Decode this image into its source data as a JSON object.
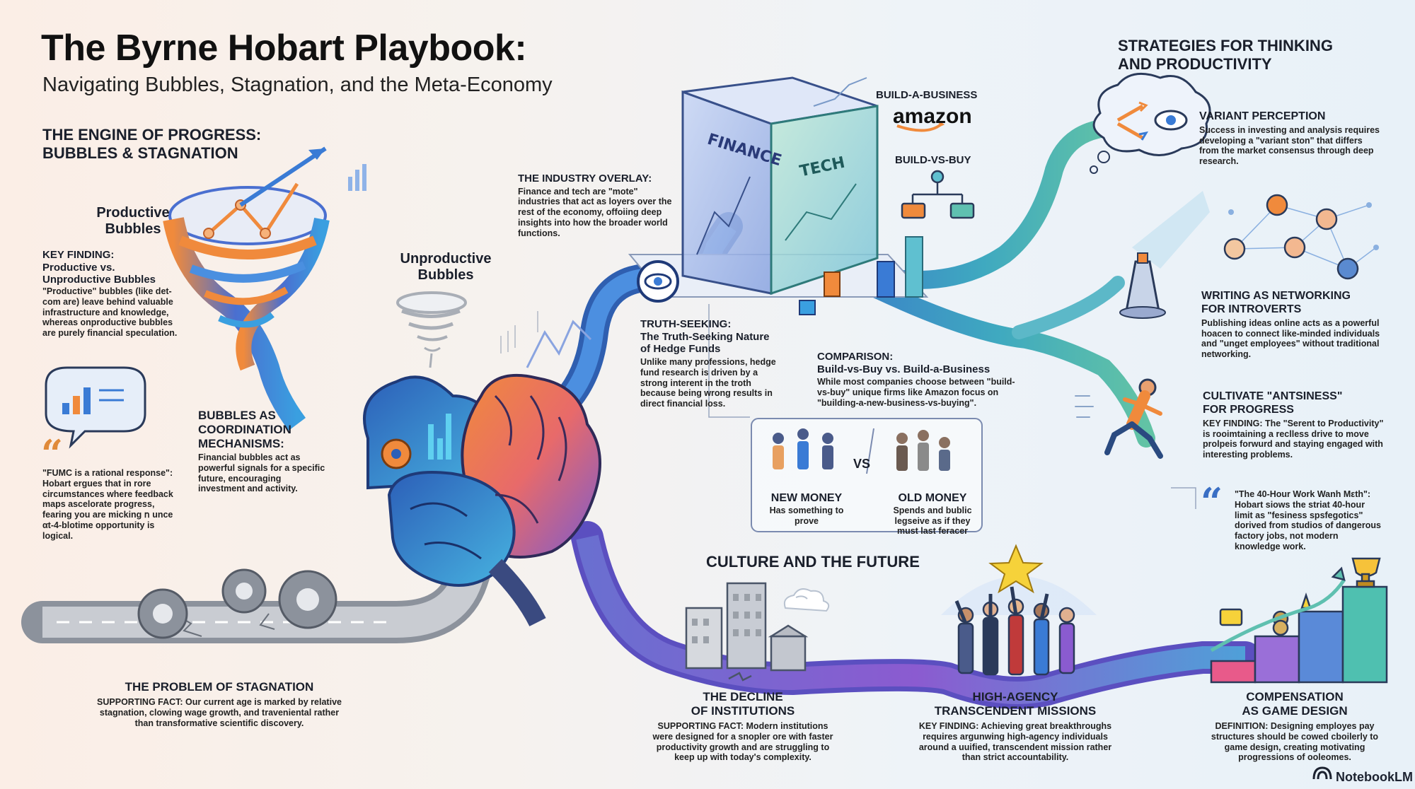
{
  "header": {
    "title": "The Byrne Hobart Playbook:",
    "subtitle": "Navigating Bubbles, Stagnation, and the Meta-Economy"
  },
  "engine": {
    "heading_line1": "THE ENGINE OF PROGRESS:",
    "heading_line2": "BUBBLES & STAGNATION",
    "productive_label_line1": "Productive",
    "productive_label_line2": "Bubbles",
    "unproductive_label_line1": "Unproductive",
    "unproductive_label_line2": "Bubbles",
    "key_finding_title_1": "KEY FINDING:",
    "key_finding_title_2": "Productive vs.",
    "key_finding_title_3": "Unproductive Bubbles",
    "key_finding_body": "\"Productive\" bubbles (like det-com are) leave behind valuable infrastructure and knowledge, whereas onproductive bubbles are purely financial speculation.",
    "coordination_title": "BUBBLES AS COORDINATION MECHANISMS:",
    "coordination_body": "Financial bubbles act as powerful signals for a specific future, encouraging investment and activity.",
    "quote_title": "\"FUMC is a rational response\":",
    "quote_body": "Hobart ergues that in rore circumstances where feedback maps ascelorate progress, fearing you are micking ո unce αt-4-blotime opportunity is logical.",
    "stagnation_title": "THE PROBLEM OF STAGNATION",
    "stagnation_body": "SUPPORTING FACT: Our current age is marked by relative stagnation, clowing wage growth, and traveniental rather than transformative scientific discovery."
  },
  "industry": {
    "overlay_title": "THE INDUSTRY OVERLAY:",
    "overlay_body": "Finance and tech are \"mote\" industries that act as loyers over the rest of the economy, offoiing deep insights into how the broader world functions.",
    "finance_label": "FINANCE",
    "tech_label": "TECH",
    "build_business_label": "BUILD-A-BUSINESS",
    "amazon_logo": "amazon",
    "build_buy_label": "BUILD-VS-BUY",
    "truth_title": "TRUTH-SEEKING:",
    "truth_subtitle": "The Truth-Seeking Nature of Hedge Funds",
    "truth_body": "Unlike many professions, hedge fund research is driven by a strong interent in the troth because being wrong results in direct financial loss.",
    "comparison_title": "COMPARISON:",
    "comparison_subtitle": "Build-vs-Buy vs. Build-a-Business",
    "comparison_body": "While most companies choose between \"build-vs-buy\" unique firms like Amazon focus on \"building-a-new-business-vs-buying\".",
    "new_money_title": "NEW MONEY",
    "new_money_body": "Has something to prove",
    "vs_label": "VS",
    "old_money_title": "OLD MONEY",
    "old_money_body": "Spends and bublic legseive as if they must last feracer"
  },
  "strategies": {
    "heading_line1": "STRATEGIES FOR THINKING",
    "heading_line2": "AND PRODUCTIVITY",
    "variant_title": "VARIANT PERCEPTION",
    "variant_body": "Success in investing and analysis requires developing a \"variant ston\" that differs from the market consensus through deep research.",
    "writing_title_1": "WRITING AS NETWORKING",
    "writing_title_2": "FOR INTROVERTS",
    "writing_body": "Publishing ideas online acts as a powerful hoacen to connect like-minded individuals and \"unget employees\" without traditional networking.",
    "antsiness_title_1": "CULTIVATE \"ANTSINESS\"",
    "antsiness_title_2": "FOR PROGRESS",
    "antsiness_body": "KEY FINDING: The \"Serent to Productivity\" is rooimtaining a reclless drive to move prolpeis forwurd and staying engaged with interesting problems.",
    "quote_title": "\"The 40-Hour Work Wanh Mεth\":",
    "quote_body": "Hobart siows the striat 40-hour limit as \"fesiness spsfegotics\" dorived from studios of dangerous factory jobs, not modern knowledge work."
  },
  "culture": {
    "heading": "CULTURE AND THE FUTURE",
    "decline_title_1": "THE DECLINE",
    "decline_title_2": "OF INSTITUTIONS",
    "decline_body": "SUPPORTING FACT: Modern institutions were designed for a snopler ore with faster productivity growth and are struggling to keep up with today's complexity.",
    "agency_title_1": "HIGH-AGENCY",
    "agency_title_2": "TRANSCENDENT MISSIONS",
    "agency_body": "KEY FINDING: Achieving great breakthroughs requires argunwing high-agency individuals around a uuified, transcendent mission rather than strict accountability.",
    "comp_title_1": "COMPENSATION",
    "comp_title_2": "AS GAME DESIGN",
    "comp_body": "DEFINITION: Designing employes pay structures should be cowed cboilerly to game design, creating motivating progressions of ooleomes."
  },
  "footer": {
    "brand": "NotebookLM"
  },
  "colors": {
    "orange": "#f08a3c",
    "blue": "#3a7bd5",
    "teal": "#3fb5a6",
    "purple": "#8a5bd0",
    "gray_road": "#9aa0a8"
  }
}
